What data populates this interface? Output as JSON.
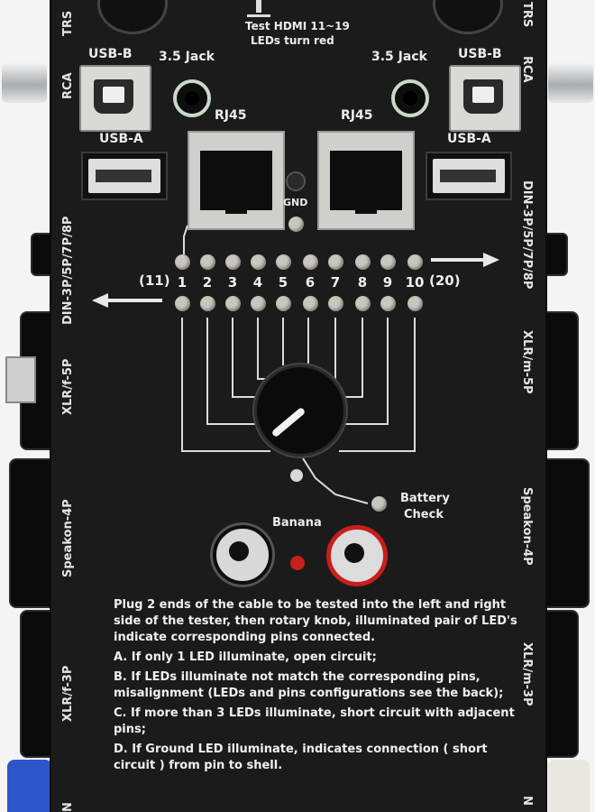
{
  "top": {
    "hdmi_line1": "Test HDMI 11~19",
    "hdmi_line2": "LEDs turn red"
  },
  "labels": {
    "usb_b_left": "USB-B",
    "usb_b_right": "USB-B",
    "jack_left": "3.5 Jack",
    "jack_right": "3.5 Jack",
    "rj45_left": "RJ45",
    "rj45_right": "RJ45",
    "usb_a_left": "USB-A",
    "usb_a_right": "USB-A",
    "gnd": "GND",
    "battery_line1": "Battery",
    "battery_line2": "Check",
    "banana": "Banana"
  },
  "side_left": [
    "TRS",
    "RCA",
    "DIN-3P/5P/7P/8P",
    "XLR/f-5P",
    "Speakon-4P",
    "XLR/f-3P",
    "N"
  ],
  "side_right": [
    "TRS",
    "RCA",
    "DIN-3P/5P/7P/8P",
    "XLR/m-5P",
    "Speakon-4P",
    "XLR/m-3P",
    "N"
  ],
  "pins": {
    "left_extra": "(11)",
    "right_extra": "(20)",
    "numbers": [
      "1",
      "2",
      "3",
      "4",
      "5",
      "6",
      "7",
      "8",
      "9",
      "10"
    ]
  },
  "instructions": {
    "intro": "Plug 2 ends of the cable to be tested into the left and right side of the tester, then rotary knob, illuminated pair of LED's indicate corresponding pins connected.",
    "a": "A. If only 1 LED illuminate,  open circuit;",
    "b": "B. If LEDs illuminate not match the corresponding pins, misalignment (LEDs and pins configurations see the back);",
    "c": "C. If more than 3 LEDs illuminate, short circuit with adjacent pins;",
    "d": "D. If Ground LED illuminate, indicates connection ( short circuit )  from pin to shell."
  },
  "colors": {
    "panel": "#1b1b1b",
    "text": "#ececec",
    "led_off": "#c9c6bd",
    "banana_red": "#c81e1e",
    "speakon_blue": "#2f56c9"
  }
}
